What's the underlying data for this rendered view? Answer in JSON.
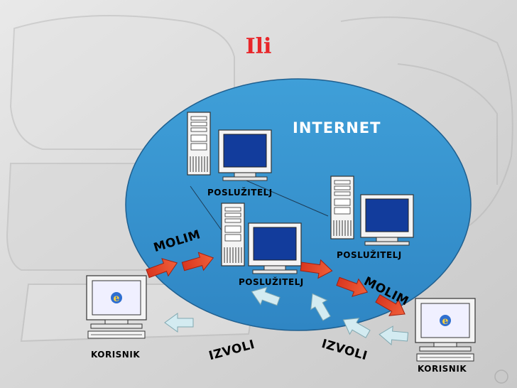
{
  "title": "Ili",
  "network_label": "INTERNET",
  "servers": [
    {
      "label": "POSLUŽITELJ"
    },
    {
      "label": "POSLUŽITELJ"
    },
    {
      "label": "POSLUŽITELJ"
    }
  ],
  "clients": [
    {
      "label": "KORISNIK"
    },
    {
      "label": "KORISNIK"
    }
  ],
  "request_labels": [
    "MOLIM",
    "MOLIM"
  ],
  "response_labels": [
    "IZVOLI",
    "IZVOLI"
  ],
  "colors": {
    "title": "#e8262a",
    "cloud": "#3aa0d6",
    "request_arrow": "#e8412a",
    "response_arrow": "#cfe8ef",
    "screen": "#123c9c"
  },
  "icons": [
    "server-tower-icon",
    "monitor-icon",
    "browser-e-icon",
    "keyboard-icon"
  ]
}
